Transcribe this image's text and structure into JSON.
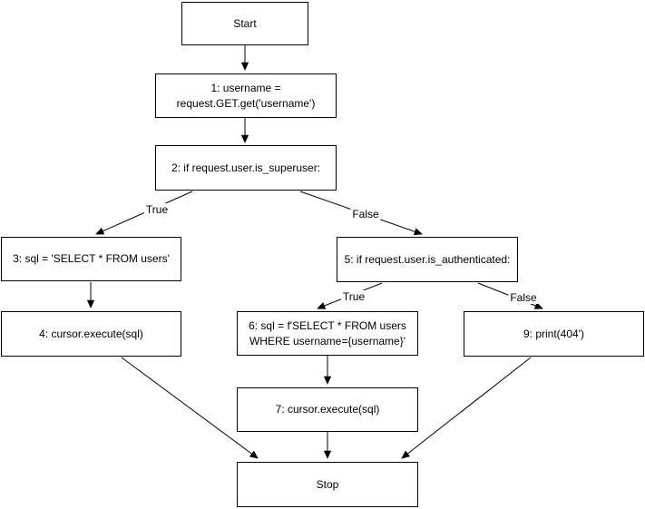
{
  "diagram": {
    "type": "flowchart",
    "colors": {
      "node_fill": "#ffffff",
      "node_border": "#000000",
      "text": "#000000",
      "arrow": "#000000",
      "background": "#ffffff"
    },
    "nodes": {
      "start": {
        "label": "Start"
      },
      "step1": {
        "label": "1: username =\nrequest.GET.get('username')"
      },
      "step2": {
        "label": "2: if request.user.is_superuser:"
      },
      "step3": {
        "label": "3: sql = 'SELECT * FROM users'"
      },
      "step4": {
        "label": "4: cursor.execute(sql)"
      },
      "step5": {
        "label": "5: if request.user.is_authenticated:"
      },
      "step6": {
        "label": "6: sql = f'SELECT * FROM users\nWHERE username={username}'"
      },
      "step7": {
        "label": "7: cursor.execute(sql)"
      },
      "step9": {
        "label": "9: print(404')"
      },
      "stop": {
        "label": "Stop"
      }
    },
    "edge_labels": {
      "superuser_true": "True",
      "superuser_false": "False",
      "authenticated_true": "True",
      "authenticated_false": "False"
    },
    "edges": [
      "start -> step1",
      "step1 -> step2",
      "step2 -> step3 (True)",
      "step2 -> step5 (False)",
      "step3 -> step4",
      "step5 -> step6 (True)",
      "step5 -> step9 (False)",
      "step6 -> step7",
      "step4 -> stop",
      "step7 -> stop",
      "step9 -> stop"
    ]
  }
}
